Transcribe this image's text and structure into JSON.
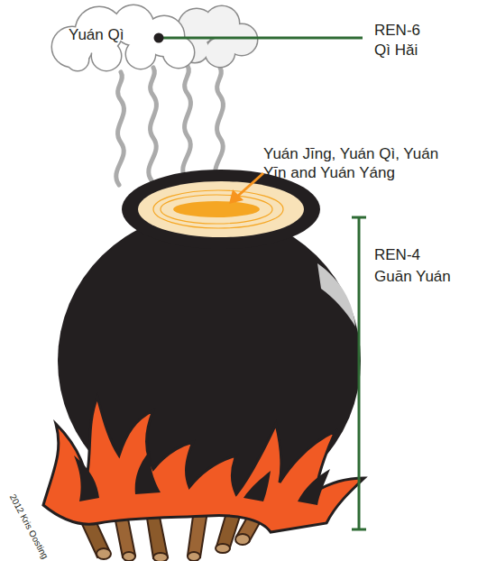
{
  "diagram": {
    "nodes": [
      {
        "text": [
          "Yuán Qì"
        ]
      }
    ],
    "labels": [
      "REN-6",
      "Qì Hǎi",
      "Yuán Jīng, Yuán Qì, Yuán Yīn and Yuán Yáng",
      "REN-4",
      "Guān Yuán",
      "2012 Kris Oosting"
    ]
  }
}
